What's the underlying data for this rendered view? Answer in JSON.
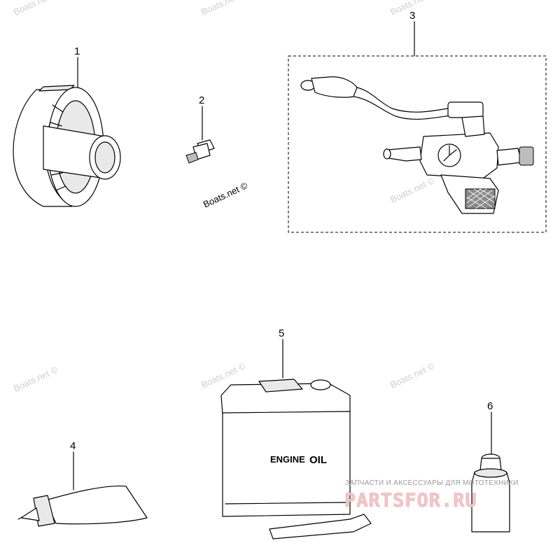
{
  "callouts": [
    "1",
    "2",
    "3",
    "4",
    "5",
    "6"
  ],
  "watermark": "Boats.net ©",
  "oil_container_label": {
    "engine": "ENGINE",
    "oil": "OIL"
  },
  "promo_line": "ЗАПЧАСТИ И АКСЕССУАРЫ ДЛЯ МОТОТЕХНИКИ",
  "brand_logo_text": "PARTSFOR.RU",
  "colors": {
    "line": "#000000",
    "watermark": "#cfcfcf",
    "brand": "#f3c7c7"
  }
}
